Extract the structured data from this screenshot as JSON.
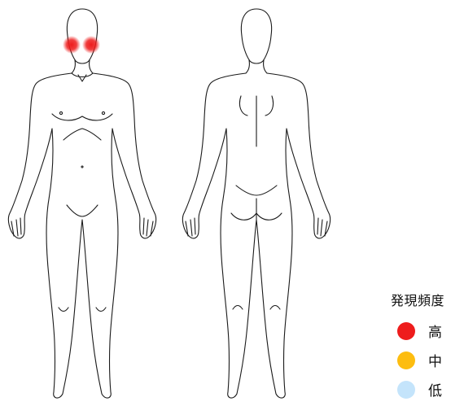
{
  "legend": {
    "title": "発現頻度",
    "items": [
      {
        "label": "高",
        "color": "#ee1c1c"
      },
      {
        "label": "中",
        "color": "#fdbd10"
      },
      {
        "label": "低",
        "color": "#c4e4fb"
      }
    ]
  },
  "figures": [
    "front",
    "back"
  ],
  "highlights": [
    {
      "region": "temple-right",
      "level": "高"
    },
    {
      "region": "temple-left",
      "level": "高"
    }
  ]
}
